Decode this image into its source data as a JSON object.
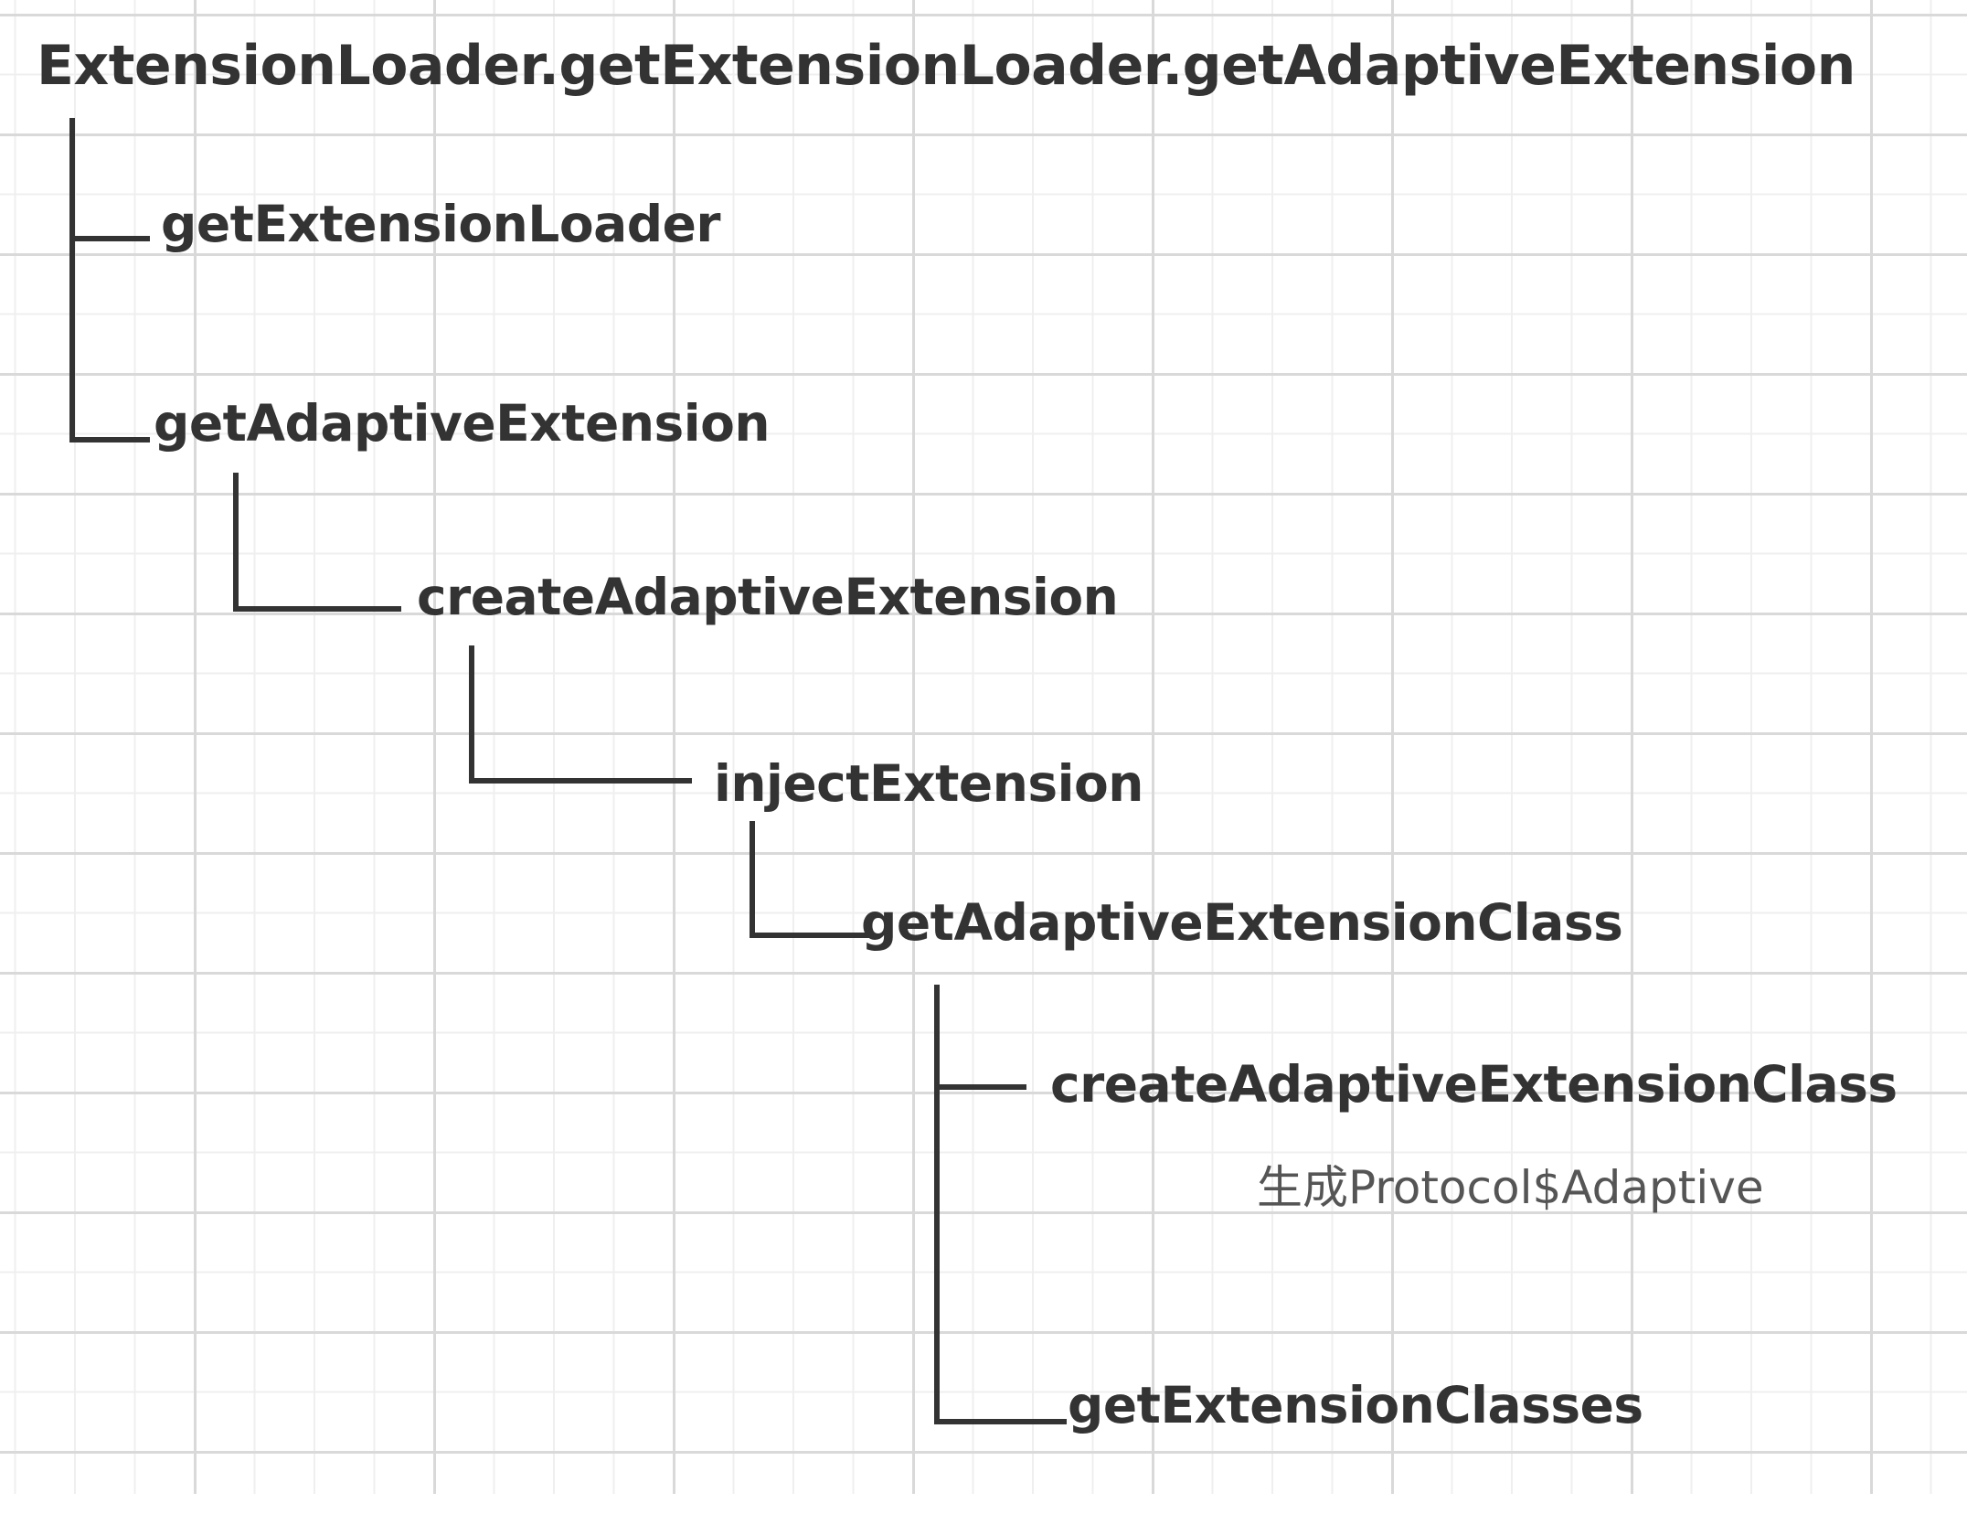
{
  "diagram": {
    "root": "ExtensionLoader.getExtensionLoader.getAdaptiveExtension",
    "nodes": {
      "get_extension_loader": "getExtensionLoader",
      "get_adaptive_extension": "getAdaptiveExtension",
      "create_adaptive_extension": "createAdaptiveExtension",
      "inject_extension": "injectExtension",
      "get_adaptive_extension_class": "getAdaptiveExtensionClass",
      "create_adaptive_extension_class": "createAdaptiveExtensionClass",
      "get_extension_classes": "getExtensionClasses"
    },
    "notes": {
      "generate_protocol_adaptive": "生成Protocol$Adaptive"
    },
    "tree": [
      {
        "node": "root",
        "children": [
          "get_extension_loader",
          "get_adaptive_extension"
        ]
      },
      {
        "node": "get_adaptive_extension",
        "children": [
          "create_adaptive_extension"
        ]
      },
      {
        "node": "create_adaptive_extension",
        "children": [
          "inject_extension"
        ]
      },
      {
        "node": "inject_extension",
        "children": [
          "get_adaptive_extension_class"
        ]
      },
      {
        "node": "get_adaptive_extension_class",
        "children": [
          "create_adaptive_extension_class",
          "get_extension_classes"
        ]
      }
    ],
    "colors": {
      "text": "#333333",
      "note_text": "#555555",
      "connector": "#333333",
      "grid_major": "#d9d9d9",
      "grid_minor": "#efefef",
      "background": "#ffffff"
    }
  }
}
